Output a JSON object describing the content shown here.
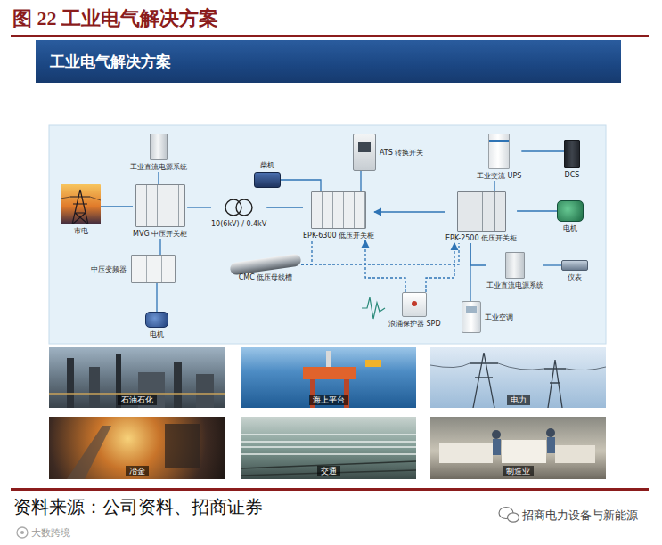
{
  "diagram": {
    "title": "图 22 工业电气解决方案",
    "caption": "资料来源：公司资料、招商证券",
    "nodes": [
      {
        "text": [
          "工业电气解决方案"
        ]
      },
      {
        "text": [
          "工业直流电源系统"
        ]
      },
      {
        "text": [
          "ATS 转换开关"
        ]
      },
      {
        "text": [
          "工业交流 UPS"
        ]
      },
      {
        "text": [
          "DCS"
        ]
      },
      {
        "text": [
          "柴机"
        ]
      },
      {
        "text": [
          "市电"
        ]
      },
      {
        "text": [
          "MVG 中压开关柜"
        ]
      },
      {
        "text": [
          "10(6kV) / 0.4kV"
        ]
      },
      {
        "text": [
          "EPK-6300 低压开关柜"
        ]
      },
      {
        "text": [
          "EPK-2500 低压开关柜"
        ]
      },
      {
        "text": [
          "电机"
        ]
      },
      {
        "text": [
          "中压变频器"
        ]
      },
      {
        "text": [
          "CMC 低压母线槽"
        ]
      },
      {
        "text": [
          "工业直流电源系统"
        ]
      },
      {
        "text": [
          "仪表"
        ]
      },
      {
        "text": [
          "浪涌保护器 SPD"
        ]
      },
      {
        "text": [
          "工业空调"
        ]
      },
      {
        "text": [
          "电机"
        ]
      },
      {
        "text": [
          "石油石化"
        ]
      },
      {
        "text": [
          "海上平台"
        ]
      },
      {
        "text": [
          "电力"
        ]
      },
      {
        "text": [
          "冶金"
        ]
      },
      {
        "text": [
          "交通"
        ]
      },
      {
        "text": [
          "制造业"
        ]
      }
    ],
    "edges": [
      {
        "from": 6,
        "to": 7,
        "arrow": "none"
      },
      {
        "from": 1,
        "to": 7,
        "arrow": "none"
      },
      {
        "from": 7,
        "to": 8,
        "arrow": "none"
      },
      {
        "from": 8,
        "to": 9,
        "arrow": "none"
      },
      {
        "from": 5,
        "to": 9,
        "arrow": "none"
      },
      {
        "from": 2,
        "to": 9,
        "arrow": "none"
      },
      {
        "from": 10,
        "to": 9,
        "arrow": "to"
      },
      {
        "from": 10,
        "to": 3,
        "arrow": "none"
      },
      {
        "from": 3,
        "to": 4,
        "arrow": "none"
      },
      {
        "from": 10,
        "to": 11,
        "arrow": "none"
      },
      {
        "from": 10,
        "to": 14,
        "arrow": "none"
      },
      {
        "from": 10,
        "to": 17,
        "arrow": "none"
      },
      {
        "from": 14,
        "to": 15,
        "arrow": "none"
      },
      {
        "from": 7,
        "to": 12,
        "arrow": "none"
      },
      {
        "from": 12,
        "to": 18,
        "arrow": "none"
      },
      {
        "from": 13,
        "to": 9,
        "arrow": "none"
      },
      {
        "from": 13,
        "to": 10,
        "arrow": "none"
      },
      {
        "from": 16,
        "to": 9,
        "arrow": "to"
      },
      {
        "from": 16,
        "to": 10,
        "arrow": "to"
      }
    ],
    "labels": [
      "招商电力设备与新能源",
      "大数跨境"
    ]
  }
}
